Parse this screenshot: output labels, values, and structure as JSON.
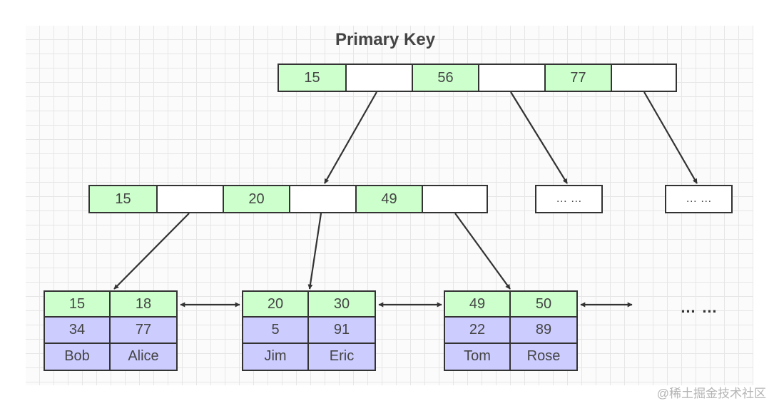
{
  "title": "Primary Key",
  "root": {
    "keys": [
      "15",
      "56",
      "77"
    ]
  },
  "internal": {
    "keys": [
      "15",
      "20",
      "49"
    ]
  },
  "placeholder_nodes": [
    "… …",
    "… …"
  ],
  "leaves": [
    {
      "keys": [
        "15",
        "18"
      ],
      "ages": [
        "34",
        "77"
      ],
      "names": [
        "Bob",
        "Alice"
      ]
    },
    {
      "keys": [
        "20",
        "30"
      ],
      "ages": [
        "5",
        "91"
      ],
      "names": [
        "Jim",
        "Eric"
      ]
    },
    {
      "keys": [
        "49",
        "50"
      ],
      "ages": [
        "22",
        "89"
      ],
      "names": [
        "Tom",
        "Rose"
      ]
    }
  ],
  "trailing_ellipsis": "… …",
  "watermark": "@稀土掘金技术社区",
  "colors": {
    "key_fill": "#ccffcc",
    "data_fill": "#ccccff",
    "border": "#333333",
    "grid": "#e6e6e6"
  }
}
